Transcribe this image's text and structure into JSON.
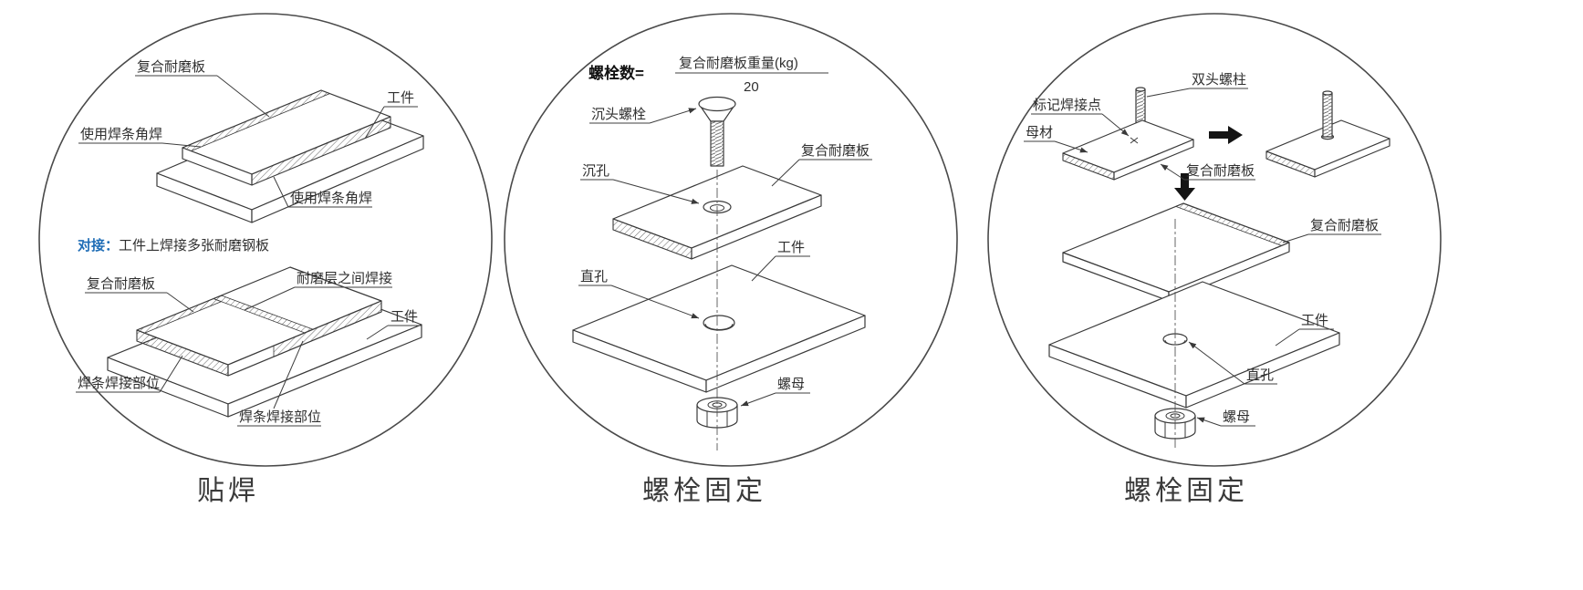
{
  "colors": {
    "accent_blue": "#1f6db6",
    "line_color": "#3a3a3a"
  },
  "panels": {
    "panel1": {
      "caption": "贴焊",
      "top_figure": {
        "plate_label": "复合耐磨板",
        "workpiece_label": "工件",
        "fillet_weld_left_label": "使用焊条角焊",
        "fillet_weld_front_label": "使用焊条角焊"
      },
      "note": {
        "prefix": "对接：",
        "body": "工件上焊接多张耐磨钢板"
      },
      "bottom_figure": {
        "plate_label": "复合耐磨板",
        "seam_weld_label": "耐磨层之间焊接",
        "workpiece_label": "工件",
        "weld_spot_left_label": "焊条焊接部位",
        "weld_spot_front_label": "焊条焊接部位"
      }
    },
    "panel2": {
      "caption": "螺栓固定",
      "formula": {
        "lhs": "螺栓数=",
        "numerator": "复合耐磨板重量(kg)",
        "denominator": "20"
      },
      "labels": {
        "bolt": "沉头螺栓",
        "countersink": "沉孔",
        "plate": "复合耐磨板",
        "workpiece": "工件",
        "hole": "直孔",
        "nut": "螺母"
      }
    },
    "panel3": {
      "caption": "螺栓固定",
      "labels": {
        "stud": "双头螺柱",
        "weld_mark": "标记焊接点",
        "base_metal": "母材",
        "plate_small": "复合耐磨板",
        "plate": "复合耐磨板",
        "workpiece": "工件",
        "hole": "直孔",
        "nut": "螺母"
      }
    }
  }
}
